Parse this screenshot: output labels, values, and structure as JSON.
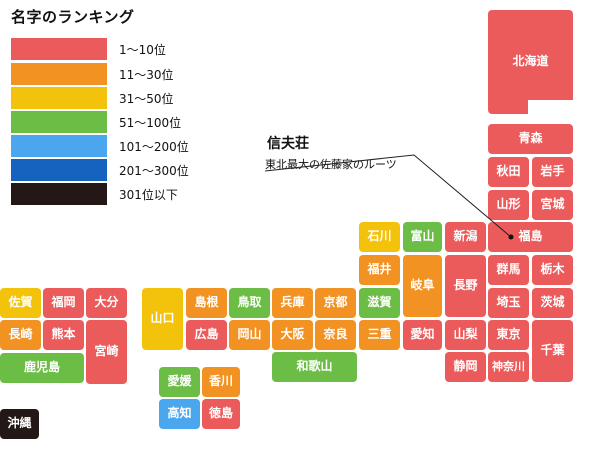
{
  "title": "名字のランキング",
  "legend": [
    {
      "label": "1〜10位",
      "color": "#ec5b5b"
    },
    {
      "label": "11〜30位",
      "color": "#f29223"
    },
    {
      "label": "31〜50位",
      "color": "#f3c20b"
    },
    {
      "label": "51〜100位",
      "color": "#6cbd45"
    },
    {
      "label": "101〜200位",
      "color": "#4aa7ee"
    },
    {
      "label": "201〜300位",
      "color": "#1663bf"
    },
    {
      "label": "301位以下",
      "color": "#231815"
    }
  ],
  "callout": {
    "title": "信夫荘",
    "subtitle": "東北最大の佐藤家のルーツ"
  },
  "prefectures": [
    {
      "name": "北海道",
      "color": "#ec5b5b"
    },
    {
      "name": "青森",
      "color": "#ec5b5b"
    },
    {
      "name": "秋田",
      "color": "#ec5b5b"
    },
    {
      "name": "岩手",
      "color": "#ec5b5b"
    },
    {
      "name": "山形",
      "color": "#ec5b5b"
    },
    {
      "name": "宮城",
      "color": "#ec5b5b"
    },
    {
      "name": "福島",
      "color": "#ec5b5b"
    },
    {
      "name": "石川",
      "color": "#f3c20b"
    },
    {
      "name": "富山",
      "color": "#6cbd45"
    },
    {
      "name": "新潟",
      "color": "#ec5b5b"
    },
    {
      "name": "福井",
      "color": "#f29223"
    },
    {
      "name": "岐阜",
      "color": "#f29223"
    },
    {
      "name": "長野",
      "color": "#ec5b5b"
    },
    {
      "name": "群馬",
      "color": "#ec5b5b"
    },
    {
      "name": "栃木",
      "color": "#ec5b5b"
    },
    {
      "name": "滋賀",
      "color": "#6cbd45"
    },
    {
      "name": "埼玉",
      "color": "#ec5b5b"
    },
    {
      "name": "茨城",
      "color": "#ec5b5b"
    },
    {
      "name": "兵庫",
      "color": "#f29223"
    },
    {
      "name": "京都",
      "color": "#f29223"
    },
    {
      "name": "島根",
      "color": "#f29223"
    },
    {
      "name": "鳥取",
      "color": "#6cbd45"
    },
    {
      "name": "山口",
      "color": "#f3c20b"
    },
    {
      "name": "広島",
      "color": "#ec5b5b"
    },
    {
      "name": "岡山",
      "color": "#f29223"
    },
    {
      "name": "大阪",
      "color": "#f29223"
    },
    {
      "name": "奈良",
      "color": "#f29223"
    },
    {
      "name": "三重",
      "color": "#f29223"
    },
    {
      "name": "愛知",
      "color": "#ec5b5b"
    },
    {
      "name": "山梨",
      "color": "#ec5b5b"
    },
    {
      "name": "東京",
      "color": "#ec5b5b"
    },
    {
      "name": "千葉",
      "color": "#ec5b5b"
    },
    {
      "name": "和歌山",
      "color": "#6cbd45"
    },
    {
      "name": "静岡",
      "color": "#ec5b5b"
    },
    {
      "name": "神奈川",
      "color": "#ec5b5b"
    },
    {
      "name": "佐賀",
      "color": "#f3c20b"
    },
    {
      "name": "福岡",
      "color": "#ec5b5b"
    },
    {
      "name": "大分",
      "color": "#ec5b5b"
    },
    {
      "name": "長崎",
      "color": "#f29223"
    },
    {
      "name": "熊本",
      "color": "#ec5b5b"
    },
    {
      "name": "宮崎",
      "color": "#ec5b5b"
    },
    {
      "name": "鹿児島",
      "color": "#6cbd45"
    },
    {
      "name": "愛媛",
      "color": "#6cbd45"
    },
    {
      "name": "香川",
      "color": "#f29223"
    },
    {
      "name": "高知",
      "color": "#4aa7ee"
    },
    {
      "name": "徳島",
      "color": "#ec5b5b"
    },
    {
      "name": "沖縄",
      "color": "#231815"
    }
  ]
}
